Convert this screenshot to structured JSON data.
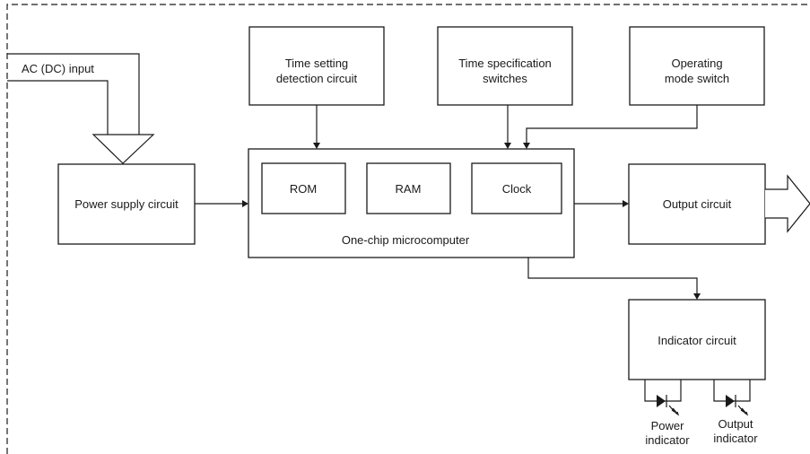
{
  "input": {
    "label": "AC (DC) input"
  },
  "blocks": {
    "time_setting": {
      "line1": "Time setting",
      "line2": "detection circuit"
    },
    "time_spec": {
      "line1": "Time specification",
      "line2": "switches"
    },
    "operating_mode": {
      "line1": "Operating",
      "line2": "mode switch"
    },
    "power_supply": {
      "label": "Power supply circuit"
    },
    "microcomputer": {
      "label": "One-chip microcomputer",
      "rom": "ROM",
      "ram": "RAM",
      "clock": "Clock"
    },
    "output_circuit": {
      "label": "Output circuit"
    },
    "indicator_circuit": {
      "label": "Indicator circuit"
    }
  },
  "indicators": {
    "power": {
      "line1": "Power",
      "line2": "indicator"
    },
    "output": {
      "line1": "Output",
      "line2": "indicator"
    }
  }
}
